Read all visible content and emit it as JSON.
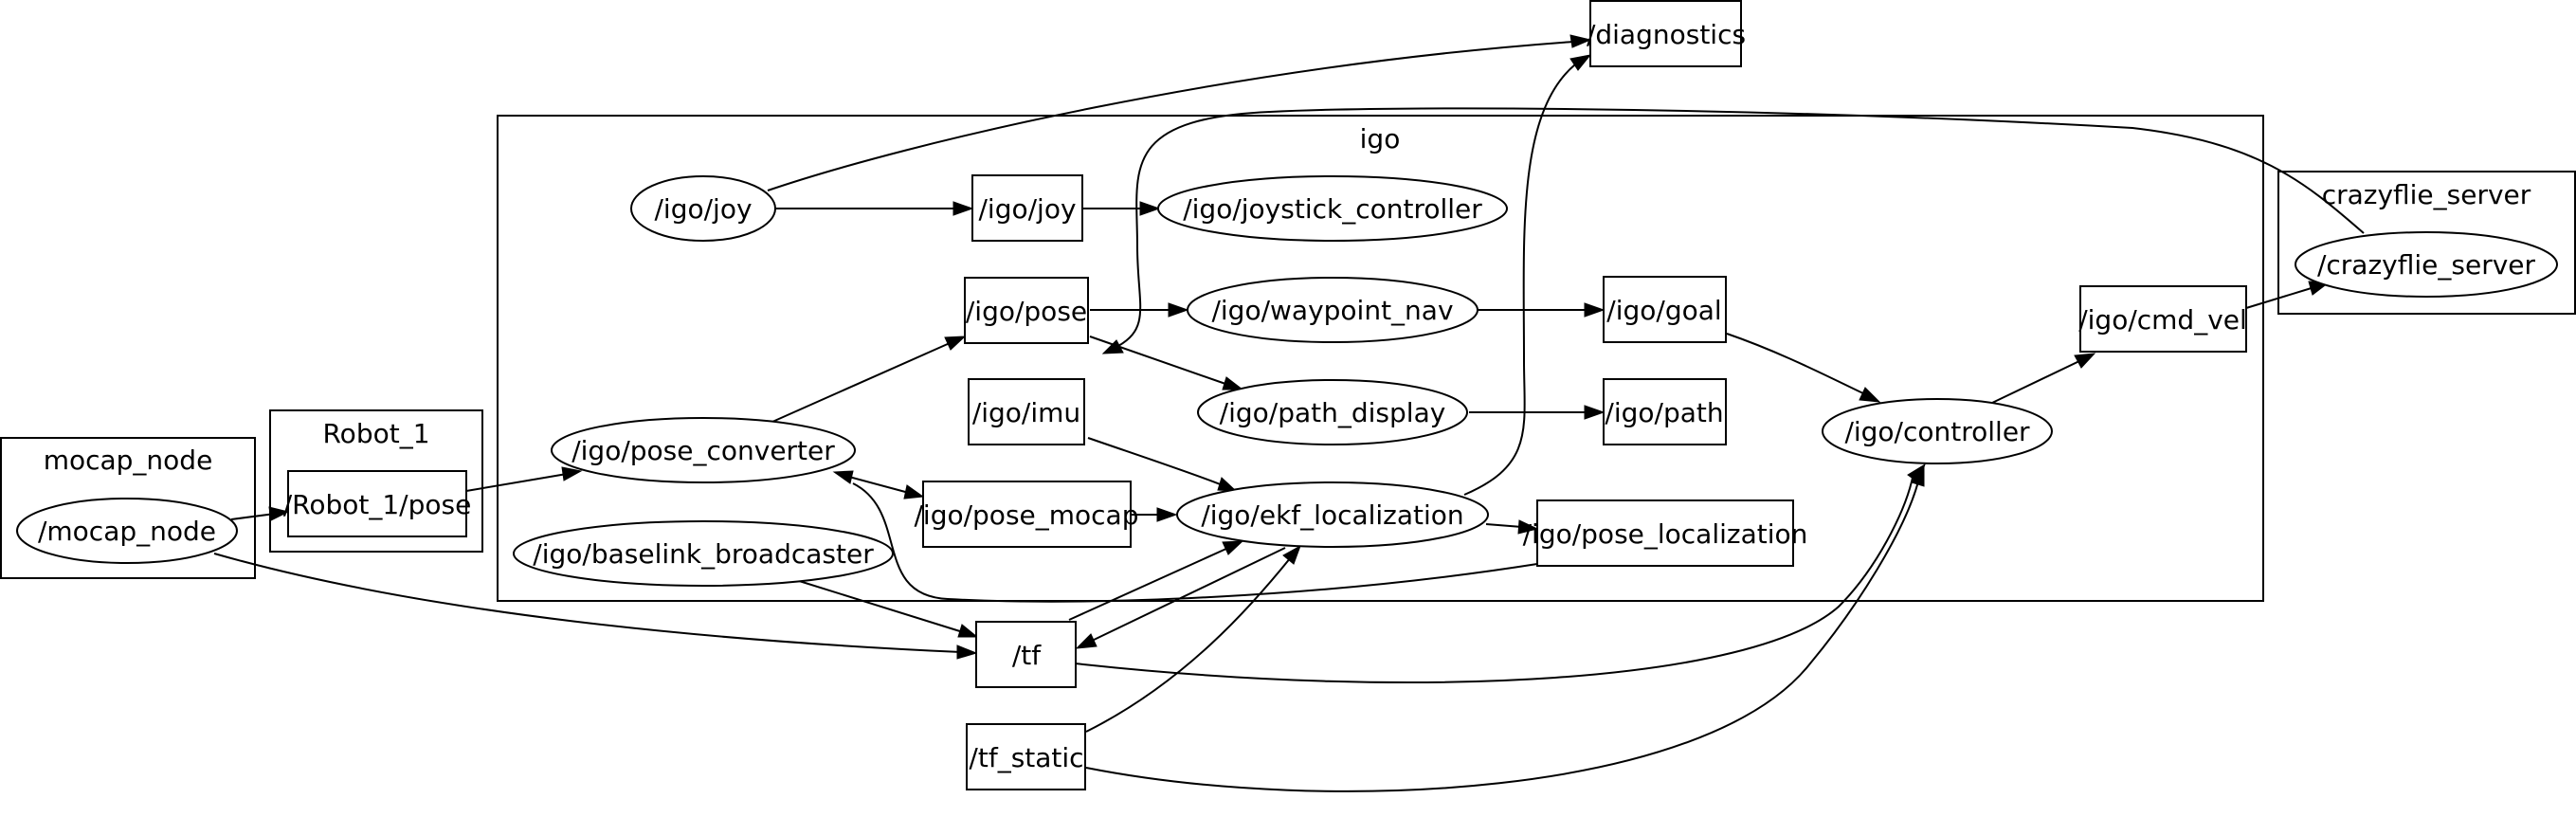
{
  "clusters": {
    "mocap_node": "mocap_node",
    "robot_1": "Robot_1",
    "igo": "igo",
    "crazyflie_server": "crazyflie_server"
  },
  "nodes": {
    "diagnostics": "/diagnostics",
    "mocap_node": "/mocap_node",
    "robot_1_pose": "/Robot_1/pose",
    "igo_joy_node": "/igo/joy",
    "igo_joy_topic": "/igo/joy",
    "joystick_controller": "/igo/joystick_controller",
    "igo_pose": "/igo/pose",
    "waypoint_nav": "/igo/waypoint_nav",
    "igo_goal": "/igo/goal",
    "igo_imu": "/igo/imu",
    "path_display": "/igo/path_display",
    "igo_path": "/igo/path",
    "pose_converter": "/igo/pose_converter",
    "pose_mocap": "/igo/pose_mocap",
    "ekf_localization": "/igo/ekf_localization",
    "pose_localization": "/igo/pose_localization",
    "baselink_broadcaster": "/igo/baselink_broadcaster",
    "controller": "/igo/controller",
    "cmd_vel": "/igo/cmd_vel",
    "crazyflie_server": "/crazyflie_server",
    "tf": "/tf",
    "tf_static": "/tf_static"
  },
  "colors": {
    "line": "#000000",
    "fill": "#ffffff"
  }
}
